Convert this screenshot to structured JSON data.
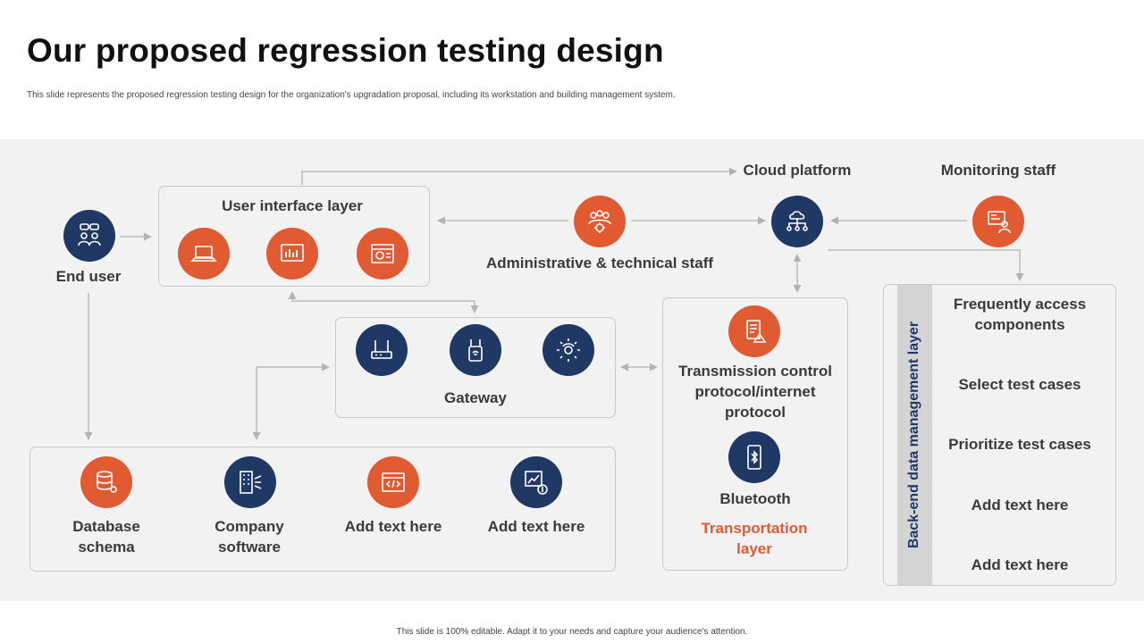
{
  "header": {
    "title": "Our proposed regression testing design",
    "subtitle": "This slide represents the proposed regression testing design for the organization's upgradation proposal, including its workstation and building management system."
  },
  "footer": {
    "text": "This slide is 100% editable. Adapt it to your needs and capture your audience's attention."
  },
  "nodes": {
    "end_user": "End user",
    "ui_layer": "User interface layer",
    "cloud_platform": "Cloud platform",
    "monitoring_staff": "Monitoring staff",
    "admin_staff": "Administrative & technical staff",
    "gateway": "Gateway",
    "tcp_ip": "Transmission control protocol/internet protocol",
    "bluetooth": "Bluetooth",
    "transport_layer": "Transportation layer",
    "database_schema": "Database schema",
    "company_software": "Company software",
    "add_text_1": "Add text here",
    "add_text_2": "Add text here"
  },
  "backend": {
    "label": "Back-end data management layer",
    "steps": [
      "Frequently access components",
      "Select test cases",
      "Prioritize test cases",
      "Add text here",
      "Add text here"
    ]
  },
  "colors": {
    "accent": "#e05a32",
    "navy": "#1f3864",
    "panel": "#f2f2f2",
    "arrow": "#b3b3b3"
  },
  "icons": {
    "end_user": "users-chat-icon",
    "ui_1": "laptop-icon",
    "ui_2": "dashboard-icon",
    "ui_3": "browser-window-icon",
    "admin": "team-gear-icon",
    "cloud": "cloud-network-icon",
    "monitoring": "monitor-person-icon",
    "gateway_1": "router-icon",
    "gateway_2": "wifi-extender-icon",
    "gateway_3": "wireless-signal-icon",
    "tcp": "document-warning-icon",
    "bluetooth": "bluetooth-phone-icon",
    "db": "database-gear-icon",
    "software": "building-network-icon",
    "code": "code-window-icon",
    "finance": "chart-coins-icon"
  }
}
